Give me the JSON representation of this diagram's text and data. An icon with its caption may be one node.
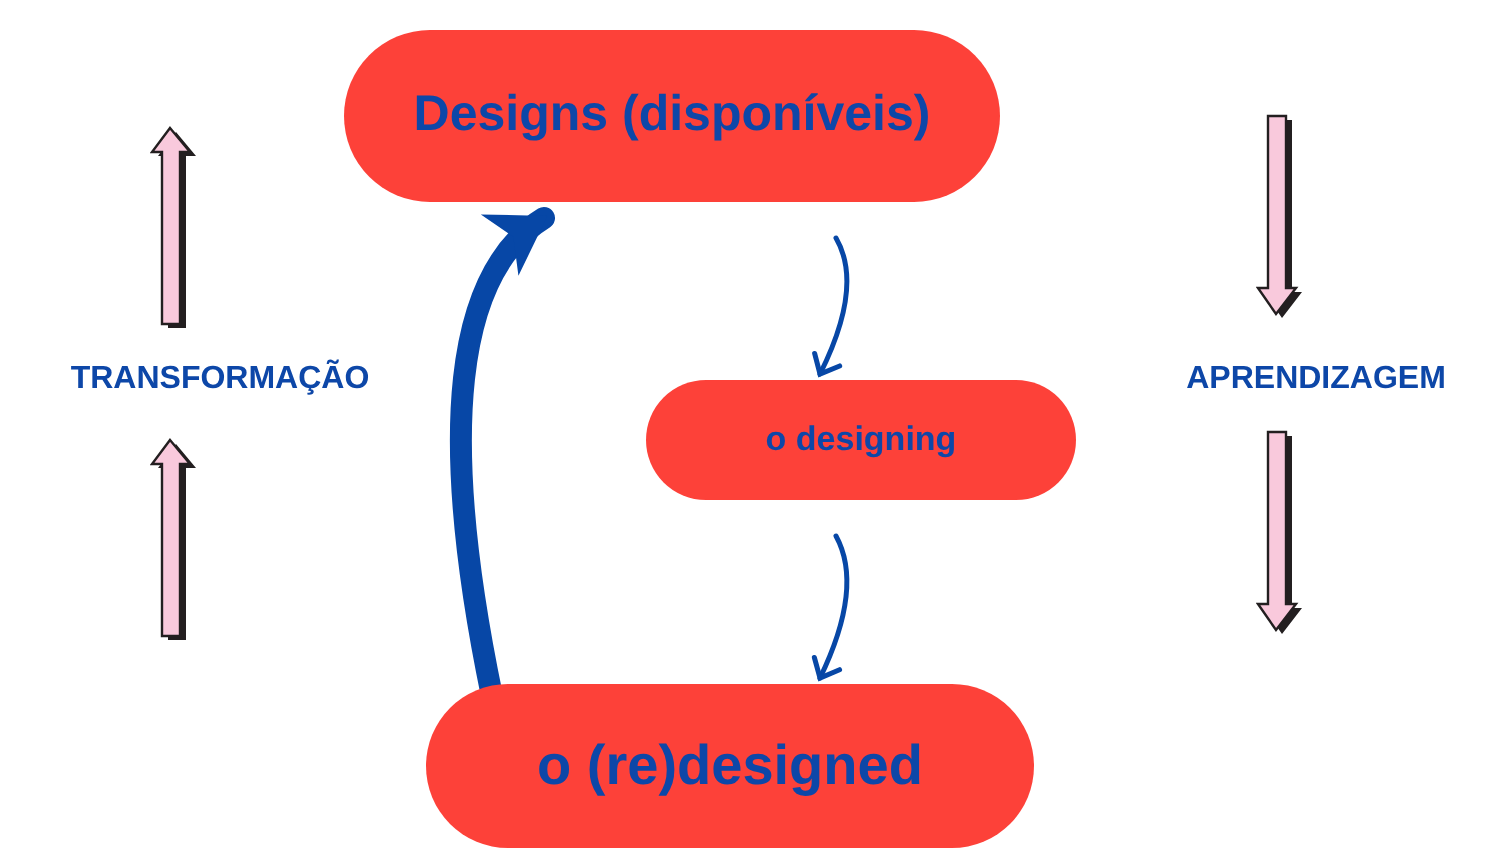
{
  "diagram": {
    "nodes": [
      {
        "text": [
          "Designs (disponíveis)"
        ]
      },
      {
        "text": [
          "o designing"
        ]
      },
      {
        "text": [
          "o (re)designed"
        ]
      }
    ],
    "edges": [
      {
        "from": 0,
        "to": 1,
        "arrow": "to"
      },
      {
        "from": 1,
        "to": 2,
        "arrow": "to"
      },
      {
        "from": 2,
        "to": 0,
        "arrow": "to",
        "style": "thick"
      }
    ],
    "labels": [
      "TRANSFORMAÇÃO",
      "APRENDIZAGEM"
    ]
  }
}
